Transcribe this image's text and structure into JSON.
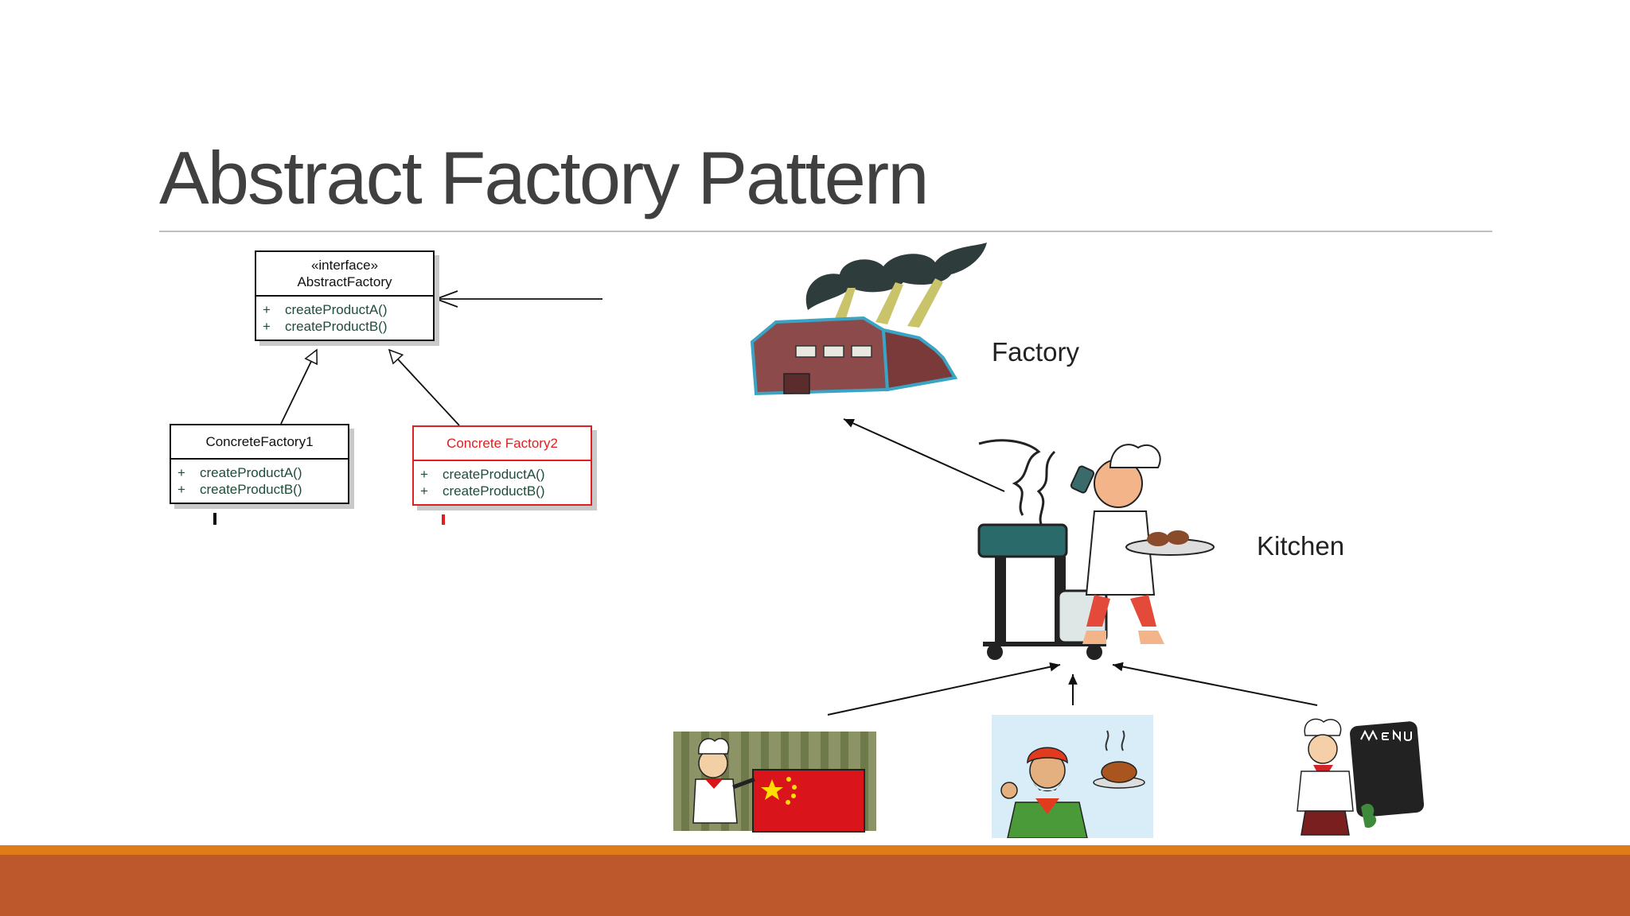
{
  "slide": {
    "title": "Abstract Factory Pattern",
    "accent_colors": {
      "footer_band": "#bd582c",
      "footer_stripe": "#e07b1a",
      "title_text": "#404040"
    }
  },
  "uml": {
    "abstract_factory": {
      "stereotype": "«interface»",
      "name": "AbstractFactory",
      "operations": [
        {
          "visibility": "+",
          "name": "createProductA()"
        },
        {
          "visibility": "+",
          "name": "createProductB()"
        }
      ]
    },
    "concrete_factory_1": {
      "name": "ConcreteFactory1",
      "operations": [
        {
          "visibility": "+",
          "name": "createProductA()"
        },
        {
          "visibility": "+",
          "name": "createProductB()"
        }
      ]
    },
    "concrete_factory_2": {
      "name": "Concrete Factory2",
      "operations": [
        {
          "visibility": "+",
          "name": "createProductA()"
        },
        {
          "visibility": "+",
          "name": "createProductB()"
        }
      ]
    }
  },
  "analogy": {
    "factory_label": "Factory",
    "kitchen_label": "Kitchen",
    "icons": [
      "factory-icon",
      "bbq-chef-icon",
      "chinese-chef-icon",
      "indian-chef-icon",
      "menu-chef-icon"
    ]
  }
}
